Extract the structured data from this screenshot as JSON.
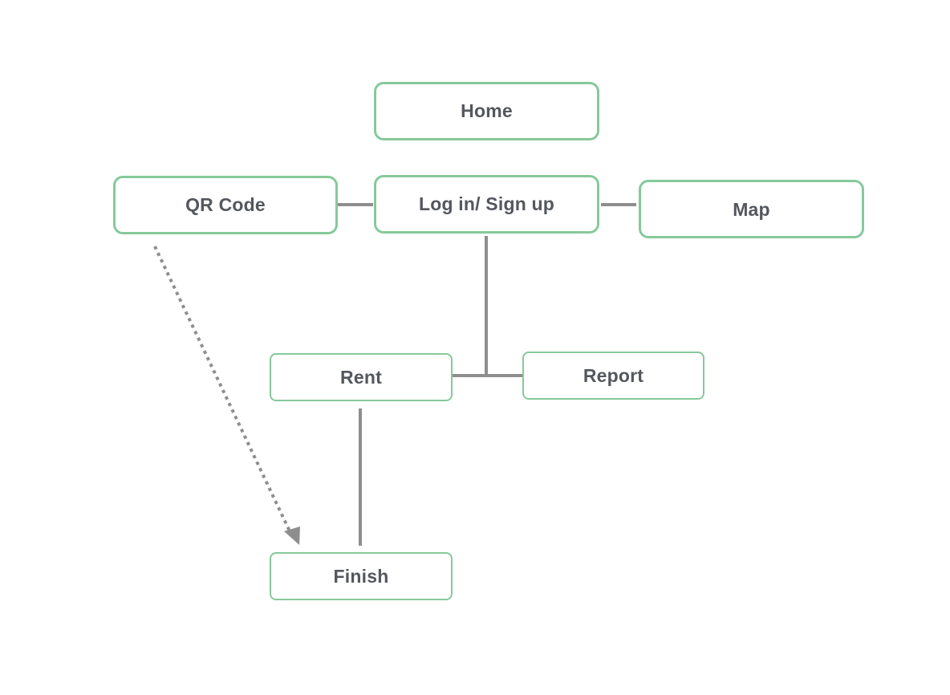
{
  "diagram": {
    "type": "flowchart",
    "nodes": {
      "home": "Home",
      "qr_code": "QR Code",
      "login": "Log in/ Sign up",
      "map": "Map",
      "rent": "Rent",
      "report": "Report",
      "finish": "Finish"
    },
    "edges": [
      {
        "from": "qr_code",
        "to": "login",
        "style": "solid"
      },
      {
        "from": "login",
        "to": "map",
        "style": "solid"
      },
      {
        "from": "login",
        "to": "rent",
        "style": "solid"
      },
      {
        "from": "login",
        "to": "report",
        "style": "solid"
      },
      {
        "from": "rent",
        "to": "finish",
        "style": "solid"
      },
      {
        "from": "qr_code",
        "to": "finish",
        "style": "dotted",
        "arrow": true
      }
    ],
    "colors": {
      "node_border": "#86c99a",
      "node_text": "#54575d",
      "connector": "#8e8e8e"
    }
  }
}
